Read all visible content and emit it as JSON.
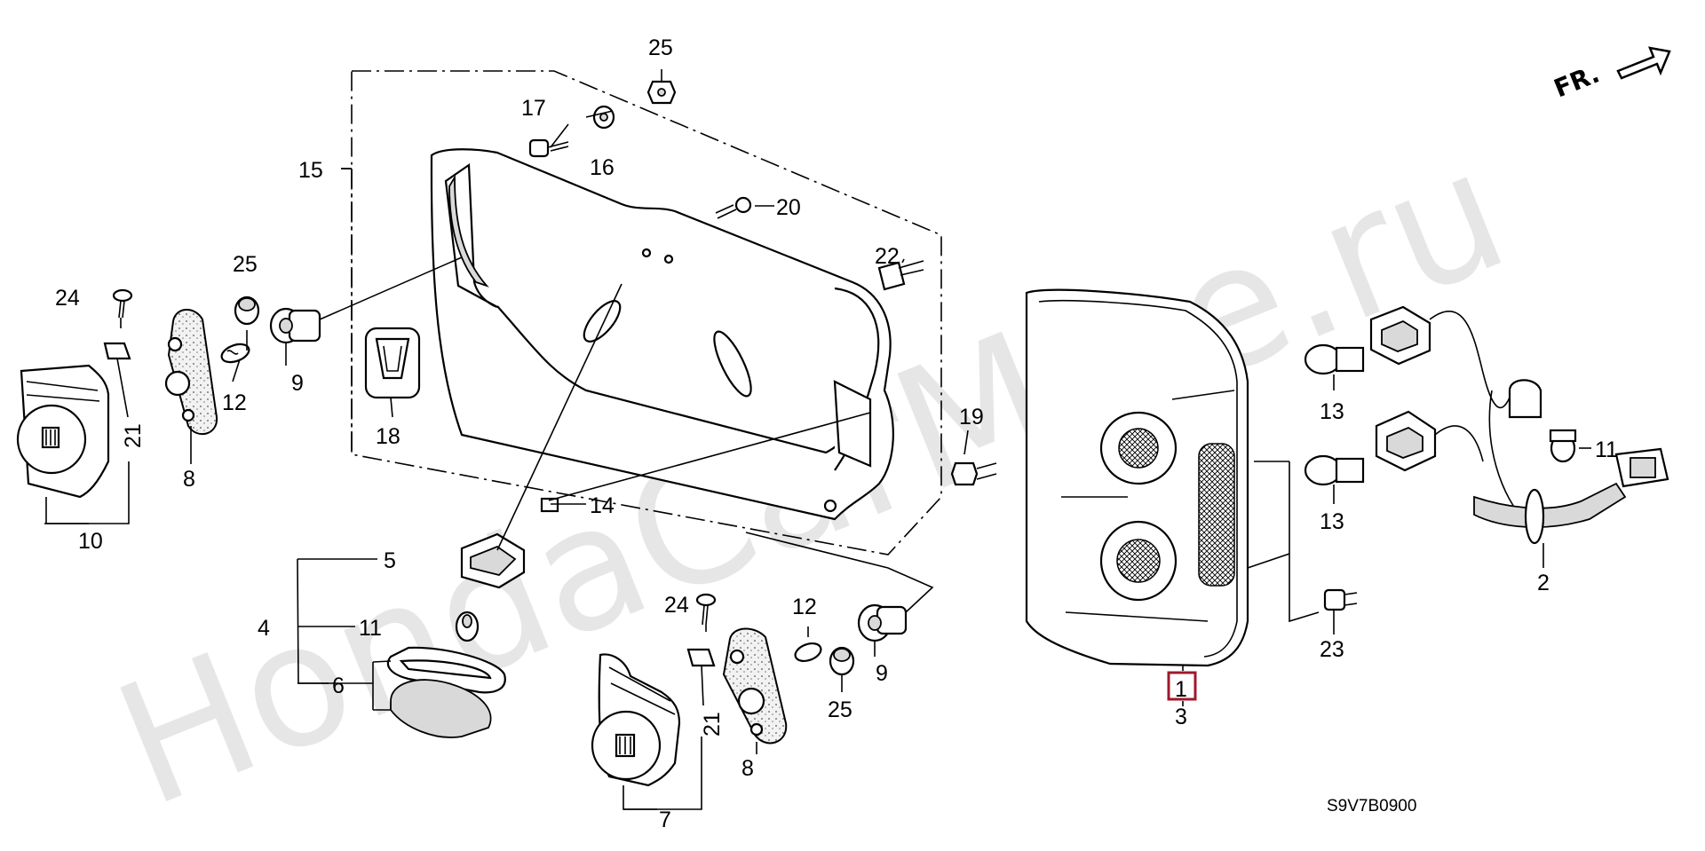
{
  "watermark": "HondaCarMine.ru",
  "front_indicator": "FR.",
  "diagram_code": "S9V7B0900",
  "highlighted_part": "1",
  "callouts": {
    "c1": "1",
    "c2": "2",
    "c3": "3",
    "c4": "4",
    "c5": "5",
    "c6": "6",
    "c7": "7",
    "c8a": "8",
    "c8b": "8",
    "c9a": "9",
    "c9b": "9",
    "c10": "10",
    "c11a": "11",
    "c11b": "11",
    "c12a": "12",
    "c12b": "12",
    "c13a": "13",
    "c13b": "13",
    "c14": "14",
    "c15": "15",
    "c16": "16",
    "c17": "17",
    "c18": "18",
    "c19": "19",
    "c20": "20",
    "c21a": "21",
    "c21b": "21",
    "c22": "22",
    "c23": "23",
    "c24a": "24",
    "c24b": "24",
    "c25a": "25",
    "c25b": "25",
    "c25c": "25"
  }
}
